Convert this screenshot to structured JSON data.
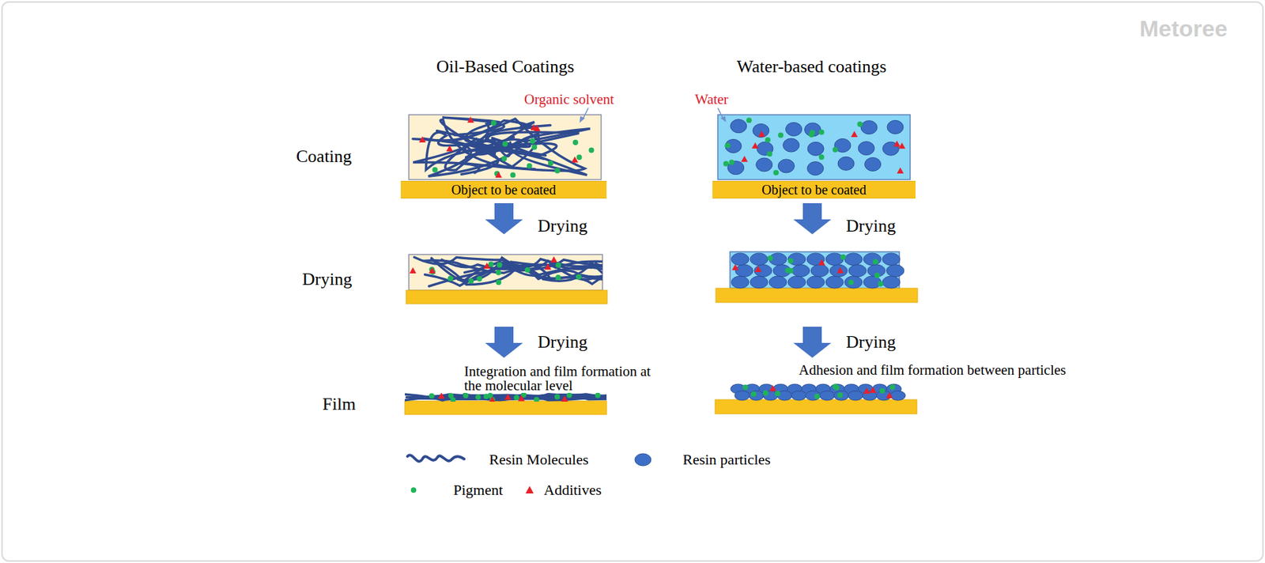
{
  "diagram": {
    "nodes": [
      {
        "text": [
          "Object to be coated"
        ]
      },
      {
        "text": [
          "Object to be coated"
        ]
      }
    ],
    "labels": [
      "Metoree",
      "Oil-Based Coatings",
      "Water-based coatings",
      "Organic solvent",
      "Water",
      "Coating",
      "Drying",
      "Drying",
      "Drying",
      "Drying",
      "Drying",
      "Integration and film formation at the molecular level",
      "Adhesion and film formation between particles",
      "Film"
    ],
    "legend": [
      {
        "text": "Resin Molecules"
      },
      {
        "text": "Resin particles"
      },
      {
        "text": "Pigment"
      },
      {
        "text": "Additives"
      }
    ]
  }
}
